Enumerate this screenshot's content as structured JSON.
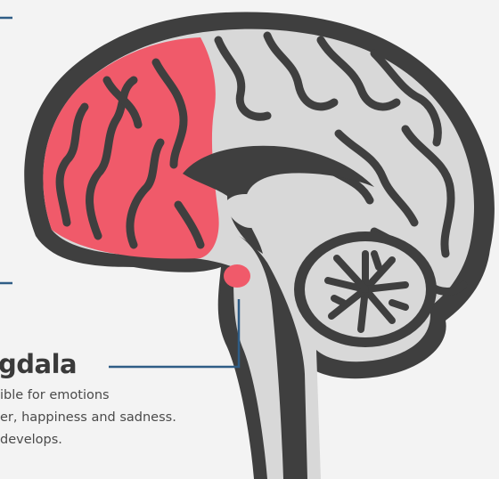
{
  "amygdala": {
    "title": "gdala",
    "lines": [
      "ible for emotions",
      "er, happiness and sadness.",
      "develops."
    ]
  },
  "colors": {
    "brain_fill": "#d8d8d8",
    "brain_outline": "#3f3f3f",
    "frontal_lobe": "#f05a6a",
    "amygdala": "#f05a6a",
    "connector": "#2f5d86",
    "background": "#f3f3f3"
  },
  "regions": [
    "frontal-lobe",
    "amygdala",
    "cerebellum",
    "brain-stem",
    "corpus-callosum"
  ]
}
